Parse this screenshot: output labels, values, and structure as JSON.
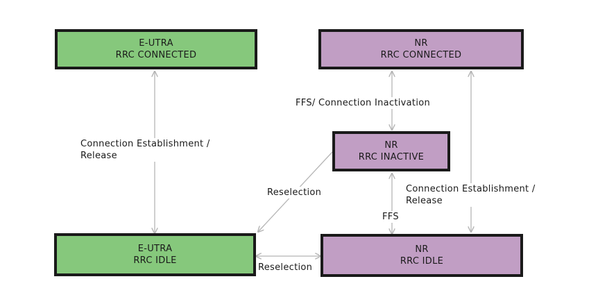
{
  "colors": {
    "eutra_fill": "#86c87c",
    "nr_fill": "#c19ec4",
    "border": "#1a1a1a",
    "arrow": "#b5b5b5"
  },
  "nodes": {
    "eutra_connected": {
      "line1": "E-UTRA",
      "line2": "RRC CONNECTED"
    },
    "nr_connected": {
      "line1": "NR",
      "line2": "RRC CONNECTED"
    },
    "nr_inactive": {
      "line1": "NR",
      "line2": "RRC INACTIVE"
    },
    "eutra_idle": {
      "line1": "E-UTRA",
      "line2": "RRC IDLE"
    },
    "nr_idle": {
      "line1": "NR",
      "line2": "RRC IDLE"
    }
  },
  "edges": {
    "eutra_conn_idle": {
      "line1": "Connection Establishment /",
      "line2": "Release"
    },
    "nr_conn_inactive": {
      "label": "FFS/ Connection Inactivation"
    },
    "nr_inactive_eutra_idle": {
      "label": "Reselection"
    },
    "nr_conn_idle": {
      "line1": "Connection Establishment /",
      "line2": "Release"
    },
    "nr_inactive_idle": {
      "label": "FFS"
    },
    "eutra_idle_nr_idle": {
      "label": "Reselection"
    }
  }
}
